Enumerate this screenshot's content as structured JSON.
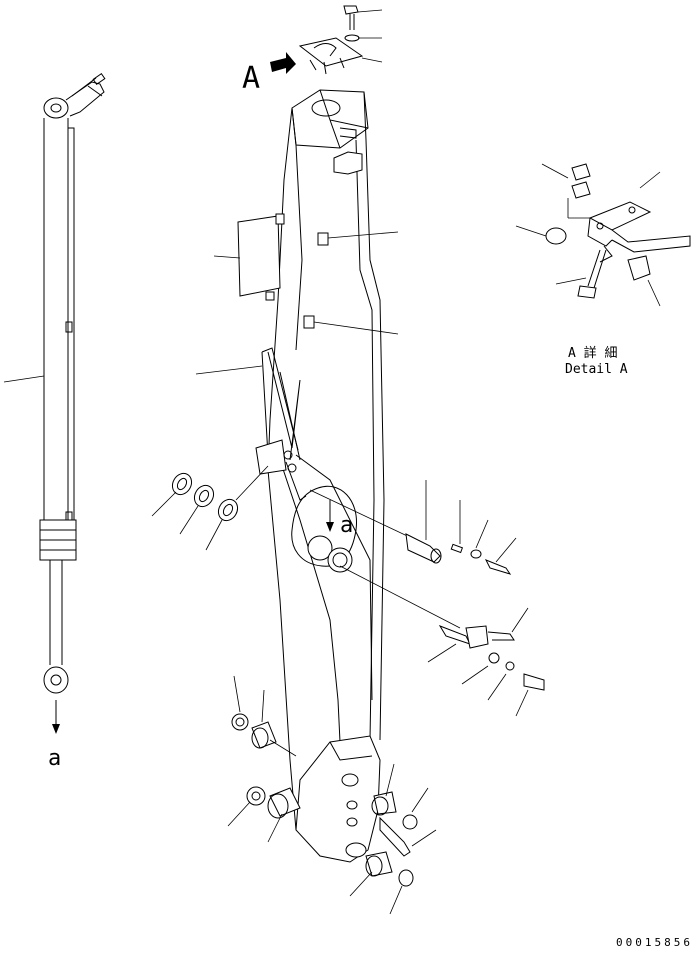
{
  "view_label": "A",
  "section_label_main": "a",
  "section_label_cylinder": "a",
  "detail_title_jp": "A 詳 細",
  "detail_title_en": "Detail A",
  "drawing_number": "00015856"
}
